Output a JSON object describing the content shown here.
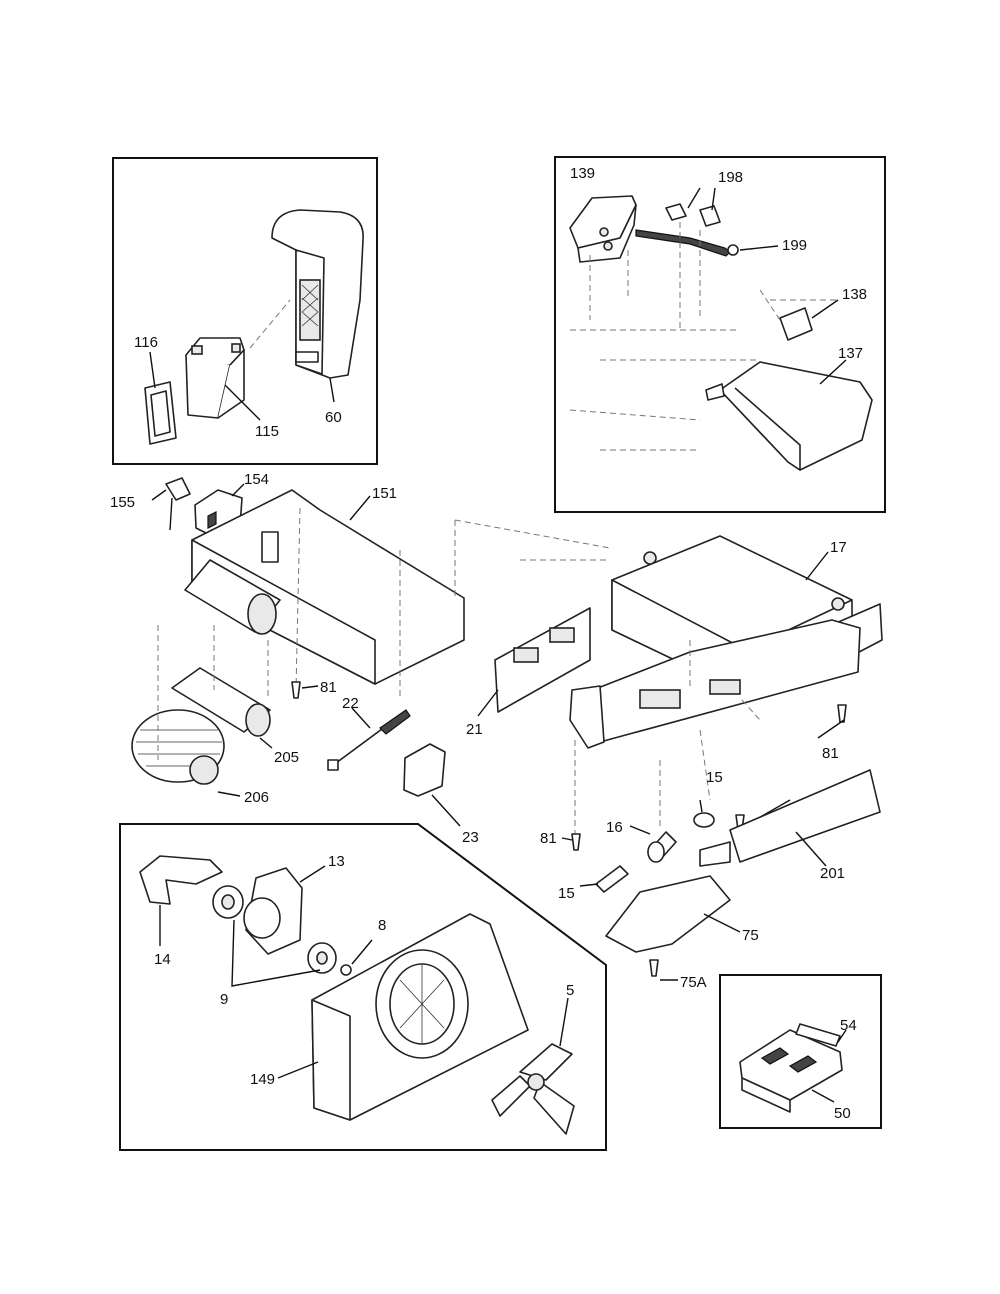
{
  "labels": {
    "l116": "116",
    "l115": "115",
    "l60": "60",
    "l139": "139",
    "l198": "198",
    "l199": "199",
    "l138": "138",
    "l137": "137",
    "l155": "155",
    "l154": "154",
    "l151": "151",
    "l17": "17",
    "l81a": "81",
    "l22": "22",
    "l21": "21",
    "l205": "205",
    "l206": "206",
    "l81b": "81",
    "l15a": "15",
    "l81c": "81",
    "l16": "16",
    "l23": "23",
    "l201": "201",
    "l15b": "15",
    "l13": "13",
    "l8": "8",
    "l14": "14",
    "l9": "9",
    "l5": "5",
    "l75": "75",
    "l75A": "75A",
    "l149": "149",
    "l54": "54",
    "l50": "50"
  }
}
